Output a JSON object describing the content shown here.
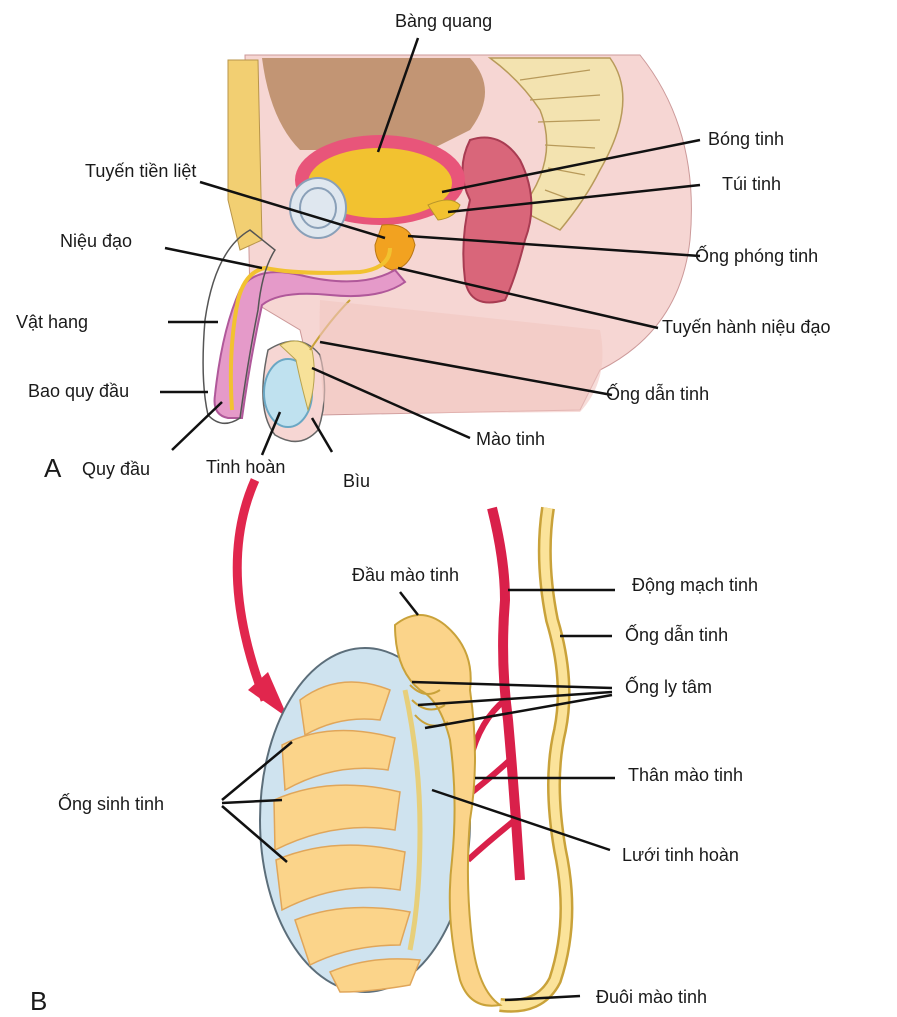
{
  "panels": {
    "a": "A",
    "b": "B"
  },
  "labels_a": {
    "bladder": "Bàng quang",
    "prostate": "Tuyến tiền liệt",
    "ampulla": "Bóng tinh",
    "seminal_vesicle": "Túi tinh",
    "urethra": "Niệu đạo",
    "ejaculatory_duct": "Ống phóng tinh",
    "penis_shaft": "Vật hang",
    "bulbourethral_gland": "Tuyến hành niệu đạo",
    "foreskin": "Bao quy đầu",
    "vas_deferens": "Ống dẫn tinh",
    "epididymis": "Mào tinh",
    "glans": "Quy đầu",
    "testis": "Tinh hoàn",
    "scrotum": "Bìu"
  },
  "labels_b": {
    "epididymis_head": "Đầu mào tinh",
    "testicular_artery": "Động mạch tinh",
    "vas_deferens": "Ống dẫn tinh",
    "efferent_ducts": "Ống ly tâm",
    "epididymis_body": "Thân mào tinh",
    "seminiferous_tubules": "Ống sinh tinh",
    "rete_testis": "Lưới tinh hoàn",
    "epididymis_tail": "Đuôi mào tinh"
  },
  "colors": {
    "skin": "#f6d6d3",
    "bladder_wall": "#e8557a",
    "urine": "#f2c230",
    "tubule": "#fbd48a",
    "testis_capsule": "#c9dceb",
    "artery": "#d9204a",
    "bone": "#f3e3b0"
  }
}
